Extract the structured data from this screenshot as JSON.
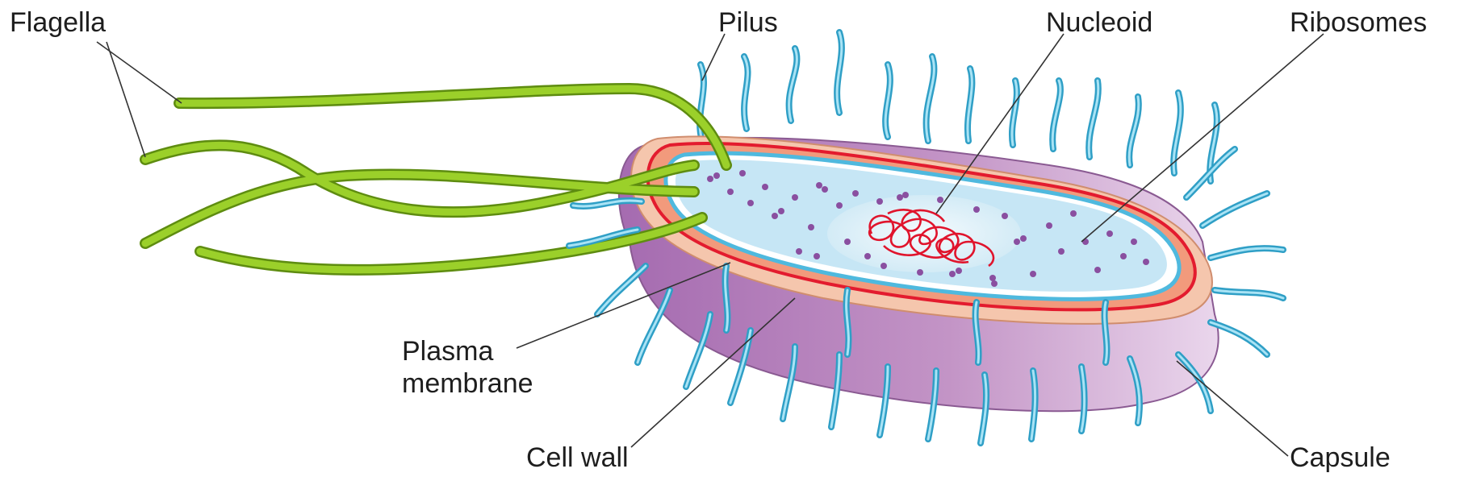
{
  "figure": {
    "labels": {
      "flagella": "Flagella",
      "pilus": "Pilus",
      "nucleoid": "Nucleoid",
      "ribosomes": "Ribosomes",
      "plasma_membrane_line1": "Plasma",
      "plasma_membrane_line2": "membrane",
      "cell_wall": "Cell wall",
      "capsule": "Capsule"
    }
  },
  "colors": {
    "flagella": "#8cbf1e",
    "flagella_outline": "#5e8c10",
    "pili": "#35b3d8",
    "cytoplasm": "#c7e6f5",
    "nucleoid_region": "#e3f1f9",
    "nucleoid_dna": "#e0142c",
    "ribosomes": "#8a4fa0",
    "cell_wall": "#f08060",
    "plasma_membrane": "#e31b2e",
    "capsule_side": "#b887bd",
    "capsule_top": "#f7cfb8",
    "leader_lines": "#333333"
  }
}
